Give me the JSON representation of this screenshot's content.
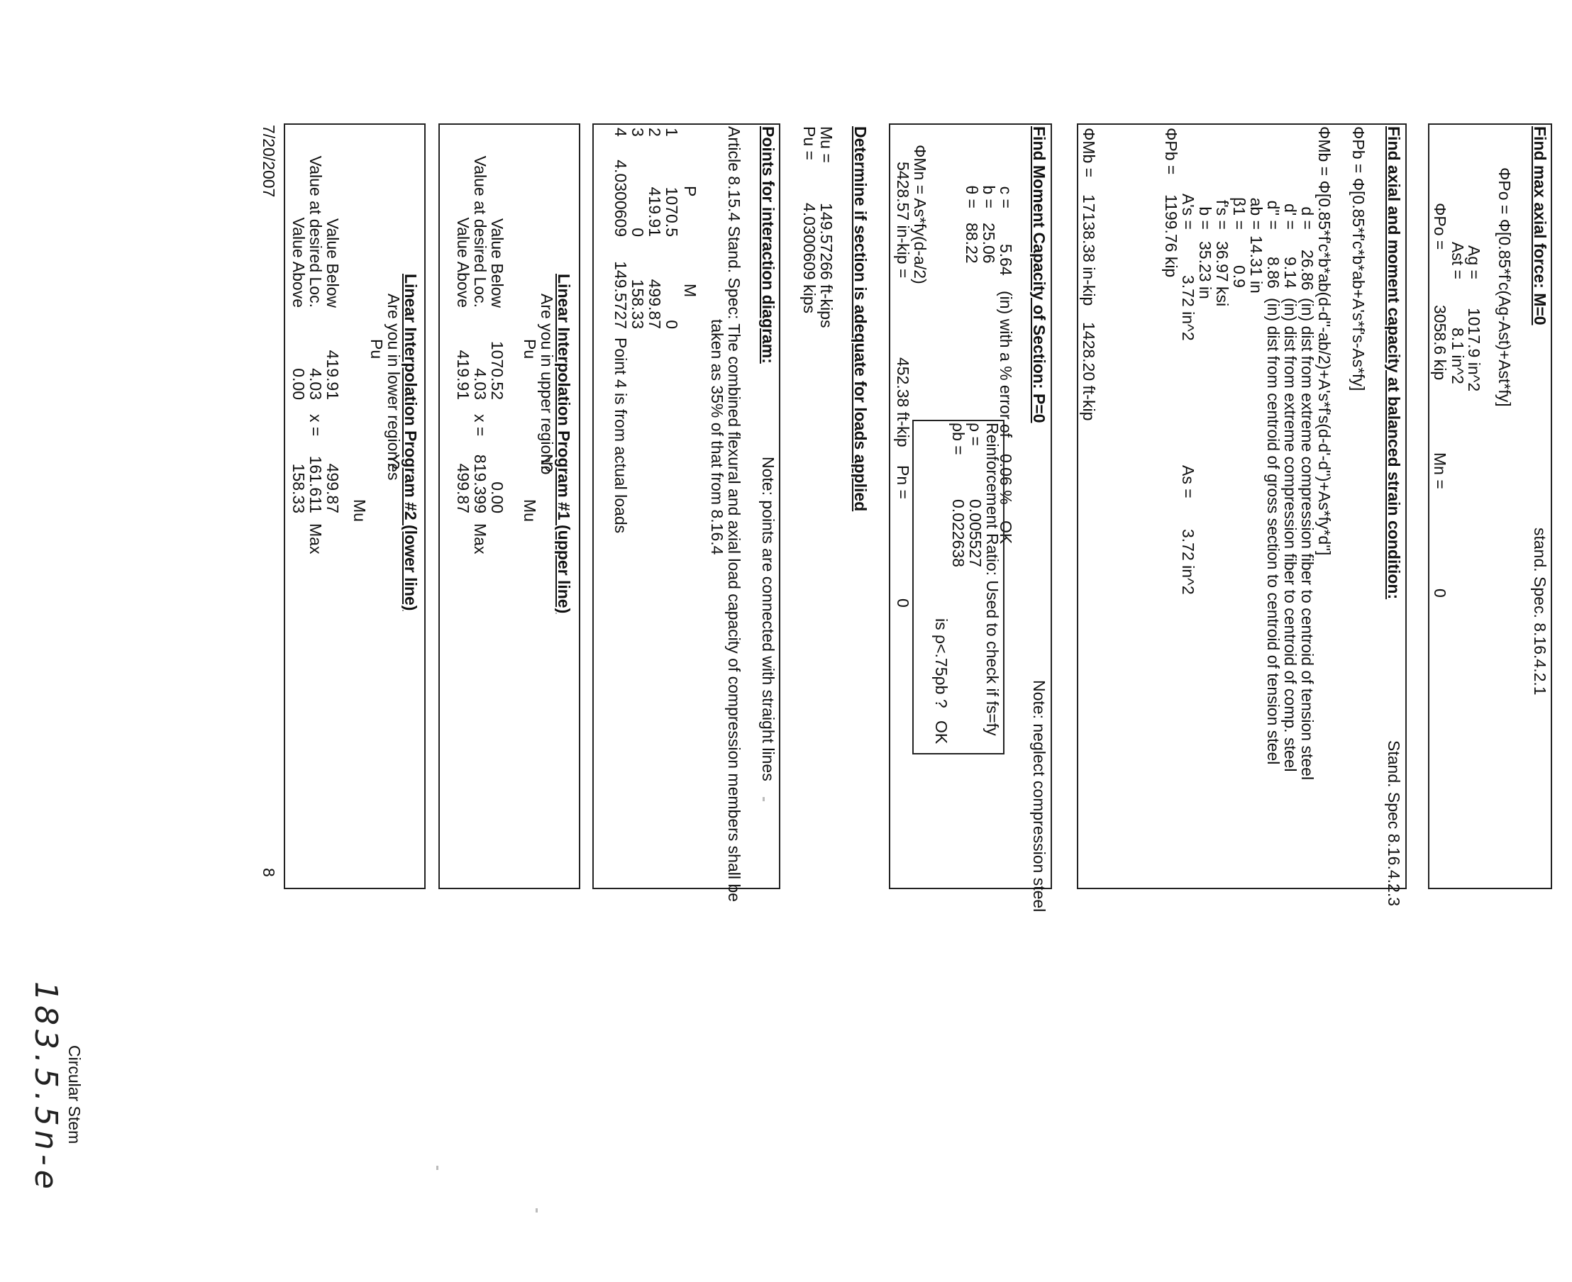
{
  "sheet": {
    "date": "7/20/2007",
    "page": "8",
    "footer_title": "Circular Stem",
    "handwritten_note": "183.5.5n-e"
  },
  "s1": {
    "title": "Find max axial force: M=0",
    "spec": "stand. Spec. 8.16.4.2.1",
    "formula": "ΦPo = Φ[0.85*f'c(Ag-Ast)+Ast*fy]",
    "ag_lbl": "Ag =",
    "ag_val": "1017.9 in^2",
    "ast_lbl": "Ast =",
    "ast_val": "8.1 in^2",
    "po_lbl": "ΦPo =",
    "po_val": "3058.6 kip",
    "mn_lbl": "Mn =",
    "mn_val": "0"
  },
  "s2": {
    "title": "Find axial and moment capacity at balanced strain condition:",
    "spec": "Stand. Spec 8.16.4.2.3",
    "pb_formula": "ΦPb = Φ[0.85*f'c*b*ab+A's*f's-As*fy]",
    "mb_formula": "ΦMb = Φ[0.85*f'c*b*ab(d-d''-ab/2)+A's*f's(d-d'-d'')+As*fy*d'']",
    "rows": [
      {
        "lbl": "d =",
        "val": "26.86",
        "note": "(in) dist from extreme compression fiber to centroid of tension steel"
      },
      {
        "lbl": "d' =",
        "val": "9.14",
        "note": "(in) dist from extreme compression fiber to centroid of comp. steel"
      },
      {
        "lbl": "d'' =",
        "val": "8.86",
        "note": "(in) dist from centroid of gross section to centroid of tension steel"
      },
      {
        "lbl": "ab =",
        "val": "14.31 in",
        "note": ""
      },
      {
        "lbl": "β1 =",
        "val": "0.9",
        "note": ""
      },
      {
        "lbl": "f's =",
        "val": "36.97 ksi",
        "note": ""
      },
      {
        "lbl": "b =",
        "val": "35.23 in",
        "note": ""
      }
    ],
    "as_prime_lbl": "A's =",
    "as_prime_val": "3.72 in^2",
    "as_lbl": "As =",
    "as_val": "3.72 in^2",
    "pb_lbl": "ΦPb =",
    "pb_val": "1199.76 kip",
    "mb_lbl": "ΦMb =",
    "mb_val": "17138.38 in-kip",
    "mb_ftkip": "1428.20 ft-kip"
  },
  "s3": {
    "title": "Find Moment Capacity of Section: P=0",
    "note": "Note: neglect compression steel",
    "c_lbl": "c =",
    "c_val": "5.64",
    "c_note": "(in) with a % error of",
    "err_val": "0.06 %",
    "err_ok": "OK",
    "b_lbl": "b =",
    "b_val": "25.06",
    "theta_lbl": "θ =",
    "theta_val": "88.22",
    "reinf_title": "Reinforcement Ratio: Used to check if fs=fy",
    "rho_lbl": "ρ =",
    "rho_val": "0.005527",
    "rhob_lbl": "ρb =",
    "rhob_val": "0.022638",
    "check_text": "is ρ<.75ρb ?",
    "check_ok": "OK",
    "mn_formula": "ΦMn = As*fy(d-a/2)",
    "mn_inkip": "5428.57 in-kip =",
    "mn_ftkip": "452.38 ft-kip",
    "pn_lbl": "Pn =",
    "pn_val": "0"
  },
  "s4": {
    "title": "Determine if section is adequate for loads applied",
    "mu_lbl": "Mu =",
    "mu_val": "149.57266 ft-kips",
    "pu_lbl": "Pu =",
    "pu_val": "4.0300609 kips"
  },
  "s5": {
    "title": "Points for interaction diagram:",
    "note": "Note: points are connected with straight lines",
    "article_1": "Article 8.15.4 Stand. Spec: The combined flexural and axial load capacity of compression members shall be",
    "article_2": "taken as 35% of that from 8.16.4",
    "col_p": "P",
    "col_m": "M",
    "points": [
      {
        "n": "1",
        "p": "1070.5",
        "m": "0",
        "note": ""
      },
      {
        "n": "2",
        "p": "419.91",
        "m": "499.87",
        "note": ""
      },
      {
        "n": "3",
        "p": "0",
        "m": "158.33",
        "note": ""
      },
      {
        "n": "4",
        "p": "4.0300609",
        "m": "149.5727",
        "note": "Point 4 is from actual loads"
      }
    ]
  },
  "interp1": {
    "title": "Linear Interpolation Program #1 (upper line)",
    "question": "Are you in upper region?",
    "answer": "No",
    "col_pu": "Pu",
    "col_mu": "Mu",
    "below_lbl": "Value Below",
    "below_pu": "1070.52",
    "below_mu": "0.00",
    "desired_lbl": "Value at desired Loc.",
    "desired_pu": "4.03",
    "x_lbl": "x =",
    "desired_mu": "819.399",
    "max_lbl": "Max",
    "above_lbl": "Value Above",
    "above_pu": "419.91",
    "above_mu": "499.87"
  },
  "interp2": {
    "title": "Linear Interpolation Program #2 (lower line)",
    "question": "Are you in lower region?",
    "answer": "Yes",
    "col_pu": "Pu",
    "col_mu": "Mu",
    "below_lbl": "Value Below",
    "below_pu": "419.91",
    "below_mu": "499.87",
    "desired_lbl": "Value at desired Loc.",
    "desired_pu": "4.03",
    "x_lbl": "x =",
    "desired_mu": "161.611",
    "max_lbl": "Max",
    "above_lbl": "Value Above",
    "above_pu": "0.00",
    "above_mu": "158.33"
  }
}
